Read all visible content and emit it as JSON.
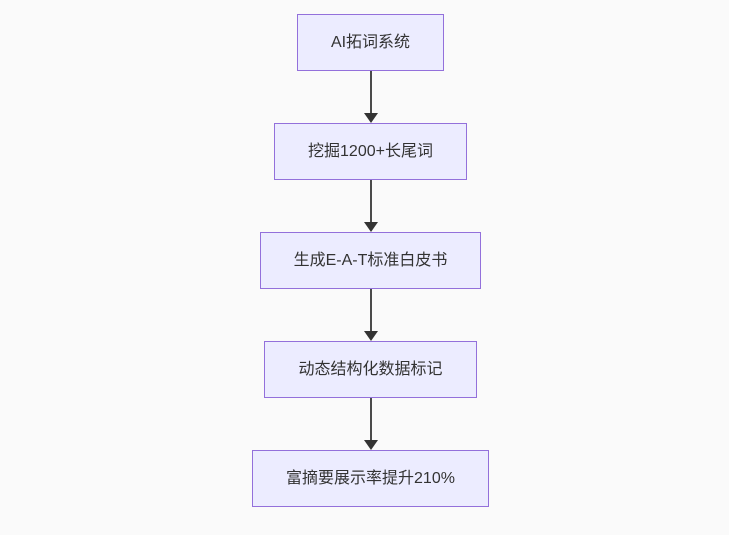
{
  "page": {
    "background_color": "#fafafa"
  },
  "diagram": {
    "type": "flowchart",
    "direction": "top-down",
    "style": {
      "node_fill": "#ECECFF",
      "node_border": "#9370DB",
      "text_color": "#333333",
      "arrow_color": "#333333"
    },
    "nodes": [
      {
        "id": "step-1",
        "label": "AI拓词系统"
      },
      {
        "id": "step-2",
        "label": "挖掘1200+长尾词"
      },
      {
        "id": "step-3",
        "label": "生成E-A-T标准白皮书"
      },
      {
        "id": "step-4",
        "label": "动态结构化数据标记"
      },
      {
        "id": "step-5",
        "label": "富摘要展示率提升210%"
      }
    ],
    "edges": [
      {
        "from": "step-1",
        "to": "step-2"
      },
      {
        "from": "step-2",
        "to": "step-3"
      },
      {
        "from": "step-3",
        "to": "step-4"
      },
      {
        "from": "step-4",
        "to": "step-5"
      }
    ]
  }
}
